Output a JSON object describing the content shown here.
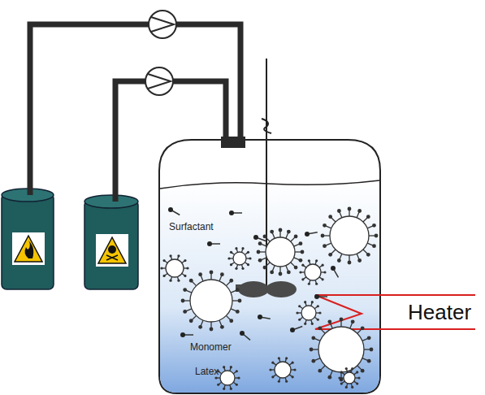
{
  "diagram": {
    "nodes": [
      {
        "text": [
          "Surfactant",
          "Monomer",
          "Latex"
        ]
      }
    ],
    "labels": [
      "Heater"
    ]
  }
}
